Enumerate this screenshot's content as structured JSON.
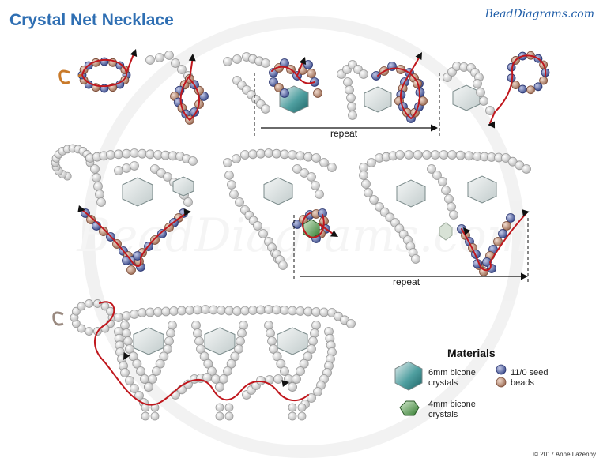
{
  "header": {
    "title": "Crystal Net Necklace",
    "brand": "BeadDiagrams.com"
  },
  "watermark": {
    "text": "BeadDiagrams.com"
  },
  "diagram": {
    "repeat_label_1": "repeat",
    "repeat_label_2": "repeat"
  },
  "materials": {
    "title": "Materials",
    "bicone_6mm": "6mm bicone crystals",
    "bicone_4mm": "4mm bicone crystals",
    "seed": "11/0 seed beads"
  },
  "footer": {
    "copyright": "© 2017 Anne Lazenby"
  },
  "colors": {
    "thread": "#c0171d",
    "seed_blue": "#5a6aa8",
    "seed_tan": "#b9866e",
    "bead_grey": "#d8d8d8",
    "crystal_teal": "#2f8a8c",
    "crystal_green": "#3e8a3a",
    "title_blue": "#2f6fb3"
  }
}
